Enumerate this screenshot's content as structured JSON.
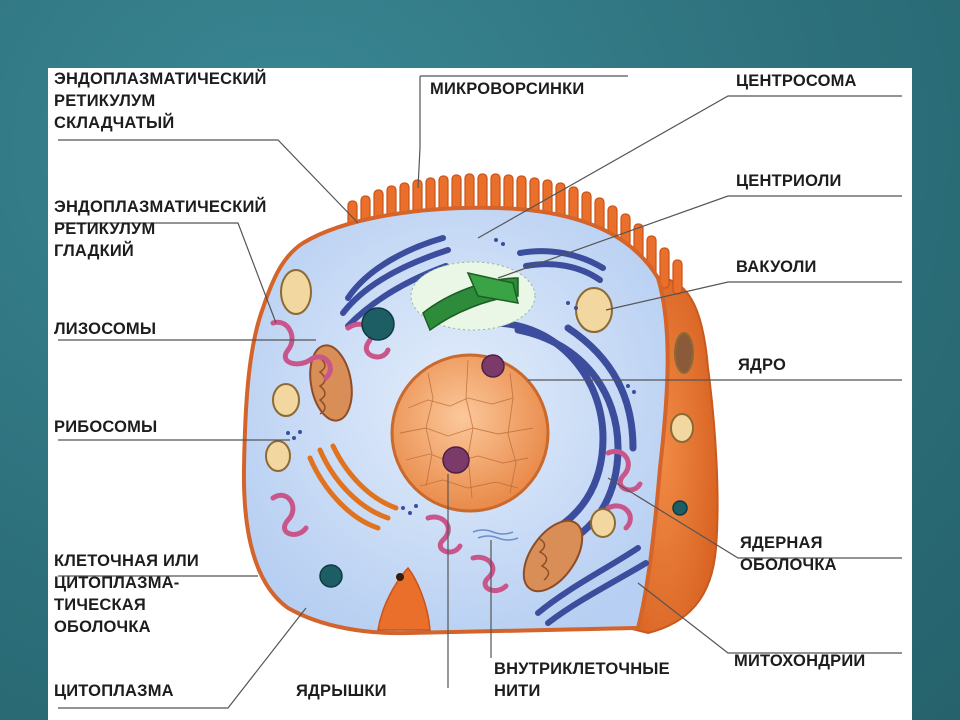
{
  "diagram": {
    "labels": {
      "er_rough": [
        "ЭНДОПЛАЗМАТИЧЕСКИЙ",
        "РЕТИКУЛУМ",
        "СКЛАДЧАТЫЙ"
      ],
      "microvilli": [
        "МИКРОВОРСИНКИ"
      ],
      "centrosome": [
        "ЦЕНТРОСОМА"
      ],
      "centrioles": [
        "ЦЕНТРИОЛИ"
      ],
      "er_smooth": [
        "ЭНДОПЛАЗМАТИЧЕСКИЙ",
        "РЕТИКУЛУМ",
        "ГЛАДКИЙ"
      ],
      "vacuoles": [
        "ВАКУОЛИ"
      ],
      "lysosomes": [
        "ЛИЗОСОМЫ"
      ],
      "nucleus": [
        "ЯДРО"
      ],
      "ribosomes": [
        "РИБОСОМЫ"
      ],
      "nuclear_envelope": [
        "ЯДЕРНАЯ",
        "ОБОЛОЧКА"
      ],
      "cell_membrane": [
        "КЛЕТОЧНАЯ ИЛИ",
        "ЦИТОПЛАЗМА-",
        "ТИЧЕСКАЯ",
        "ОБОЛОЧКА"
      ],
      "mitochondria": [
        "МИТОХОНДРИИ"
      ],
      "filaments": [
        "ВНУТРИКЛЕТОЧНЫЕ",
        "НИТИ"
      ],
      "cytoplasm": [
        "ЦИТОПЛАЗМА"
      ],
      "nucleoli": [
        "ЯДРЫШКИ"
      ]
    },
    "colors": {
      "background": "#2f7682",
      "cytoplasm": "#c9dcf7",
      "membrane": "#e8762c",
      "nucleus": "#f2a46a",
      "golgi_green": "#2e8b3a",
      "er_blue": "#3b4d9c",
      "lysosome_pink": "#c9568a",
      "leader_line": "#555555"
    }
  }
}
